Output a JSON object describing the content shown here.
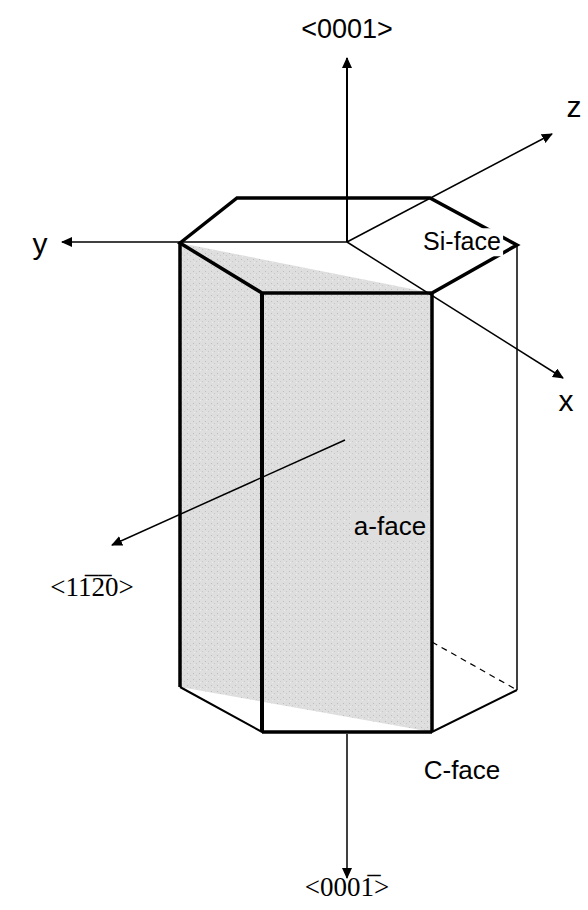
{
  "diagram": {
    "labels": [
      "<0001>",
      "z",
      "y",
      "Si-face",
      "x",
      "a-face",
      "<11̅2̅0>",
      "C-face",
      "<0001̅>"
    ]
  }
}
